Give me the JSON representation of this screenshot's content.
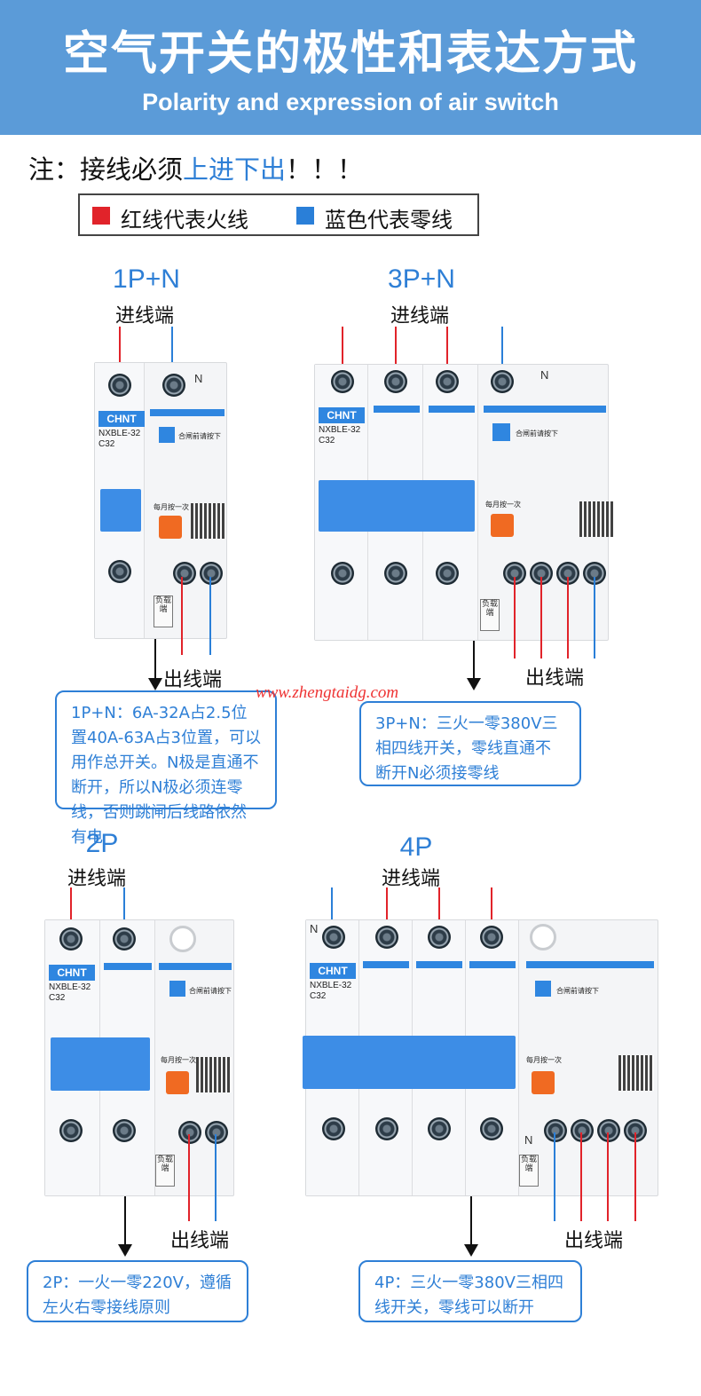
{
  "header": {
    "title": "空气开关的极性和表达方式",
    "subtitle": "Polarity and expression of air switch"
  },
  "note": {
    "prefix": "注：接线必须",
    "highlight": "上进下出",
    "suffix": "！！！"
  },
  "legend": {
    "red_label": "红线代表火线",
    "blue_label": "蓝色代表零线",
    "red_color": "#e1232a",
    "blue_color": "#2a7fd8"
  },
  "common": {
    "in_label": "进线端",
    "out_label": "出线端",
    "n_label": "N",
    "brand": "CHNT",
    "model": "NXBLE-32",
    "rating": "C32",
    "push_text": "合闸前请按下",
    "monthly_text": "每月按一次",
    "load_text": "负载端"
  },
  "sections": {
    "p1n": {
      "title": "1P+N",
      "note": "1P+N：6A-32A占2.5位置40A-63A占3位置，可以用作总开关。N极是直通不断开，所以N极必须连零线，否则跳闸后线路依然有电"
    },
    "p3n": {
      "title": "3P+N",
      "note": "3P+N：三火一零380V三相四线开关，零线直通不断开N必须接零线"
    },
    "p2": {
      "title": "2P",
      "note": "2P：一火一零220V，遵循左火右零接线原则"
    },
    "p4": {
      "title": "4P",
      "note": "4P：三火一零380V三相四线开关，零线可以断开"
    }
  },
  "watermark": "www.zhengtaidg.com"
}
